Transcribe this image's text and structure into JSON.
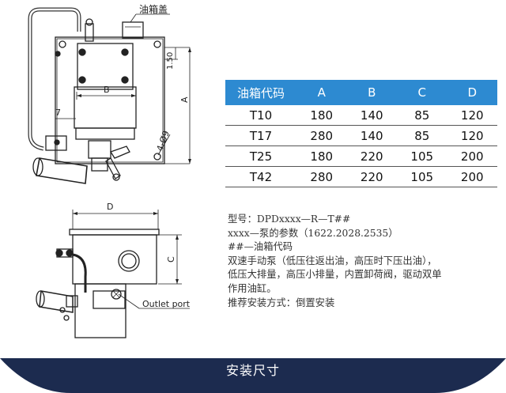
{
  "drawing_labels": {
    "tank_cap": "油箱盖",
    "dim_150": "1.50",
    "dim_b": "B",
    "dim_a": "A",
    "dim_7": "7",
    "dim_hole": "4-Ø9",
    "dim_d": "D",
    "dim_c": "C",
    "outlet_port": "Outlet port"
  },
  "table": {
    "headers": [
      "油箱代码",
      "A",
      "B",
      "C",
      "D"
    ],
    "rows": [
      [
        "T10",
        "180",
        "140",
        "85",
        "120"
      ],
      [
        "T17",
        "280",
        "140",
        "85",
        "120"
      ],
      [
        "T25",
        "180",
        "220",
        "105",
        "200"
      ],
      [
        "T42",
        "280",
        "220",
        "105",
        "200"
      ]
    ]
  },
  "notes": [
    "型号：DPDxxxx—R—T##",
    "xxxx—泵的参数（1622.2028.2535）",
    "##—油箱代码",
    "双速手动泵（低压往返出油，高压时下压出油），",
    "低压大排量，高压小排量，内置卸荷阀，驱动双单",
    "作用油缸。",
    "推荐安装方式：倒置安装"
  ],
  "banner": {
    "title": "安装尺寸",
    "color": "#1c2b4f"
  },
  "colors": {
    "table_header": "#2d8ad1",
    "line": "#222222"
  }
}
